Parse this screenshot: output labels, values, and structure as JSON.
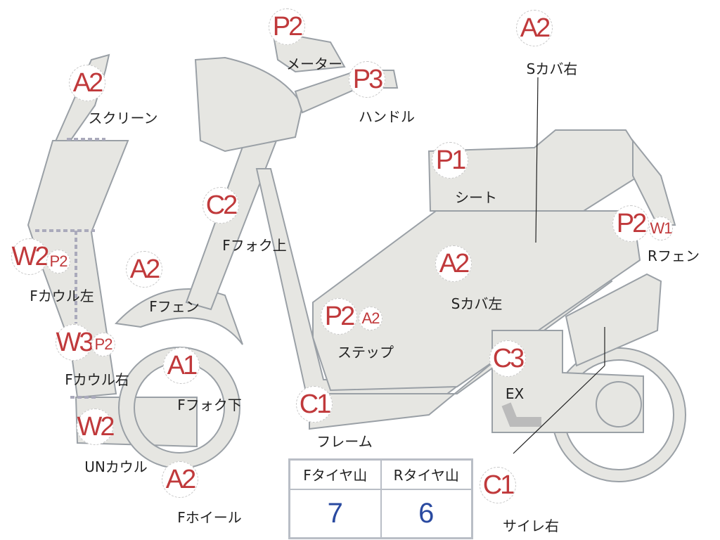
{
  "colors": {
    "grade": "#c0393b",
    "value": "#2a4aa0",
    "body": "#e6e6e2",
    "outline": "#9aa0a6"
  },
  "parts": [
    {
      "grade": "A2",
      "label": "スクリーン"
    },
    {
      "grade": "P2",
      "label": "メーター"
    },
    {
      "grade": "P3",
      "label": "ハンドル"
    },
    {
      "grade": "A2",
      "label": "Sカバ右"
    },
    {
      "grade": "P1",
      "label": "シート"
    },
    {
      "grade": "C2",
      "label": "Fフォク上"
    },
    {
      "grade": "P2",
      "sub": "W1",
      "label": "Rフェン"
    },
    {
      "grade": "W2",
      "sub": "P2",
      "label": "Fカウル左"
    },
    {
      "grade": "A2",
      "label": "Fフェン"
    },
    {
      "grade": "A2",
      "label": "Sカバ左"
    },
    {
      "grade": "P2",
      "sub": "A2",
      "label": "ステップ"
    },
    {
      "grade": "W3",
      "sub": "P2",
      "label": "Fカウル右"
    },
    {
      "grade": "A1",
      "label": "Fフォク下"
    },
    {
      "grade": "C3",
      "label": "EX"
    },
    {
      "grade": "C1",
      "label": "フレーム"
    },
    {
      "grade": "W2",
      "label": "UNカウル"
    },
    {
      "grade": "A2",
      "label": "Fホイール"
    },
    {
      "grade": "C1",
      "label": "サイレ右"
    }
  ],
  "tires": {
    "headers": [
      "Fタイヤ山",
      "Rタイヤ山"
    ],
    "values": [
      "7",
      "6"
    ]
  }
}
